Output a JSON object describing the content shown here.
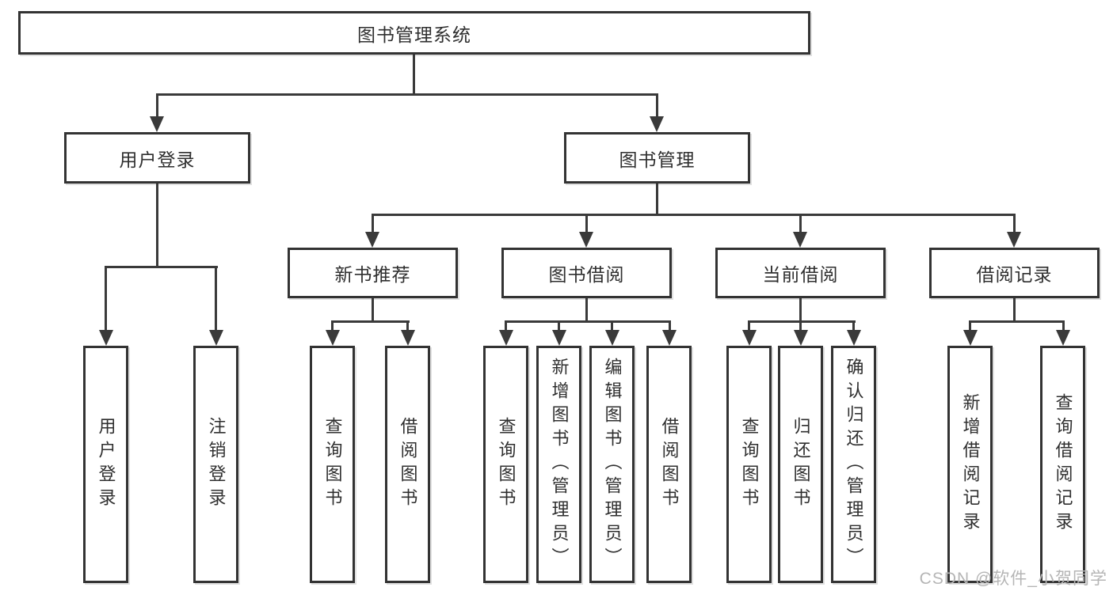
{
  "diagram": {
    "tree": {
      "label": "图书管理系统",
      "children": [
        {
          "label": "用户登录",
          "children": [
            {
              "label": "用户登录"
            },
            {
              "label": "注销登录"
            }
          ]
        },
        {
          "label": "图书管理",
          "children": [
            {
              "label": "新书推荐",
              "children": [
                {
                  "label": "查询图书"
                },
                {
                  "label": "借阅图书"
                }
              ]
            },
            {
              "label": "图书借阅",
              "children": [
                {
                  "label": "查询图书"
                },
                {
                  "label": "新增图书（管理员）"
                },
                {
                  "label": "编辑图书（管理员）"
                },
                {
                  "label": "借阅图书"
                }
              ]
            },
            {
              "label": "当前借阅",
              "children": [
                {
                  "label": "查询图书"
                },
                {
                  "label": "归还图书"
                },
                {
                  "label": "确认归还（管理员）"
                }
              ]
            },
            {
              "label": "借阅记录",
              "children": [
                {
                  "label": "新增借阅记录"
                },
                {
                  "label": "查询借阅记录"
                }
              ]
            }
          ]
        }
      ]
    }
  },
  "watermark": {
    "text": "CSDN @软件_小贺同学"
  },
  "colors": {
    "line": "#3a3a3a",
    "border": "#333333",
    "text": "#2f2f2f",
    "watermark": "#b5b5b5",
    "background": "#ffffff"
  }
}
